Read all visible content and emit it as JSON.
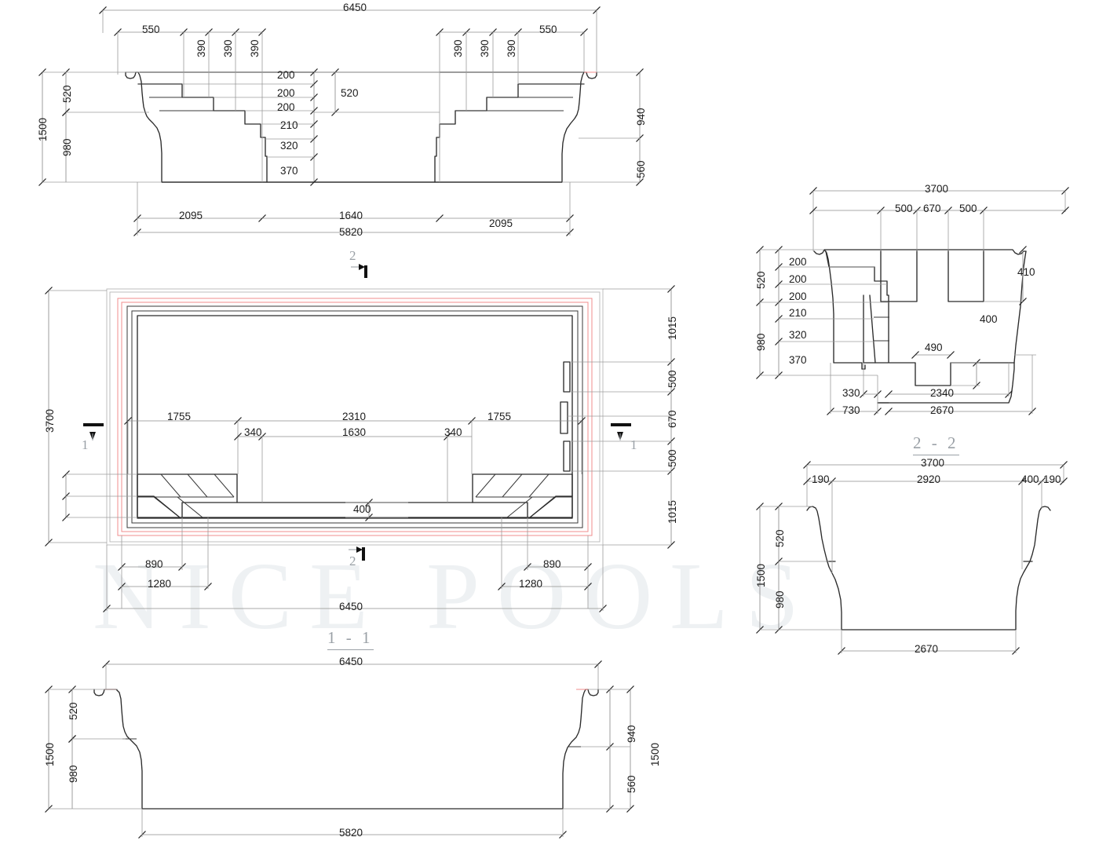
{
  "document": {
    "type": "technical-drawing",
    "subject": "fiberglass swimming pool shell",
    "watermark": "NICE POOLS"
  },
  "views": {
    "section_2_2_top": {
      "name": "top-longitudinal-section",
      "overall_top": "6450",
      "overall_bottom": "5820",
      "left_offset": "550",
      "right_offset": "550",
      "step_treads": [
        "390",
        "390",
        "390"
      ],
      "step_treads_right": [
        "390",
        "390",
        "390"
      ],
      "risers": [
        "200",
        "200",
        "200",
        "210",
        "320",
        "370"
      ],
      "depth_shallow": "520",
      "depth_shallow_right": "520",
      "depth_deep": "980",
      "depth_total": "1500",
      "right_upper": "940",
      "right_lower": "560",
      "base_left": "2095",
      "base_center": "1640",
      "base_right": "2095"
    },
    "plan": {
      "name": "plan-view",
      "title": "1 - 1",
      "width_overall": "6450",
      "height_overall": "3700",
      "inner_left": "1755",
      "inner_center": "2310",
      "inner_right": "1755",
      "bench_left": "340",
      "bench_center": "1630",
      "bench_right": "340",
      "bench_depth": "400",
      "step_corner_a": "890",
      "step_corner_b": "1280",
      "step_corner_c": "890",
      "step_corner_d": "1280",
      "right_band_1": "1015",
      "right_band_2": "500",
      "right_band_3": "670",
      "right_band_4": "500",
      "right_band_5": "1015",
      "section_mark_1": "1",
      "section_mark_2": "2"
    },
    "section_2_2": {
      "name": "cross-section-2-2",
      "title": "2 - 2",
      "overall_width": "3700",
      "top_a": "500",
      "top_b": "670",
      "top_c": "500",
      "risers": [
        "200",
        "200",
        "200",
        "210",
        "320",
        "370"
      ],
      "depth_shallow": "520",
      "depth_deep": "980",
      "bench_drop": "410",
      "sump_depth": "400",
      "sump_width": "490",
      "step_run": "330",
      "step_run_total": "730",
      "floor_width_inner": "2340",
      "floor_width": "2670"
    },
    "section_1_1_right": {
      "name": "cross-section-right",
      "overall_width": "3700",
      "lip_left": "190",
      "inner_width": "2920",
      "lip_right_a": "400",
      "lip_right_b": "190",
      "depth_shallow": "520",
      "depth_deep": "980",
      "depth_total": "1500",
      "floor_width": "2670"
    },
    "section_1_1_bottom": {
      "name": "cross-section-1-1",
      "title": "1 - 1",
      "overall_top": "6450",
      "overall_bottom": "5820",
      "depth_shallow": "520",
      "depth_deep": "980",
      "depth_total_left": "1500",
      "depth_total_right": "1500",
      "right_upper": "940",
      "right_lower": "560"
    }
  },
  "colors": {
    "line": "#2b2b2b",
    "thin": "#6e6e6e",
    "dim": "#7b7b7b",
    "accent_red": "#f08c8c",
    "watermark": "#eef1f3",
    "label": "#1c1c1c",
    "title": "#9aa0a6"
  }
}
